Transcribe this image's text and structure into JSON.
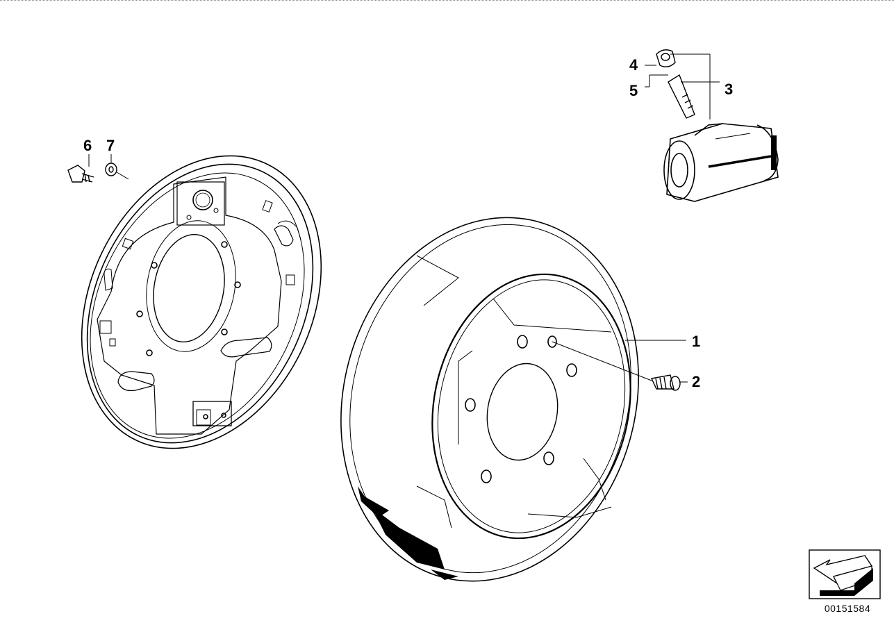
{
  "diagram": {
    "callouts": {
      "c1": "1",
      "c2": "2",
      "c3": "3",
      "c4": "4",
      "c5": "5",
      "c6": "6",
      "c7": "7"
    },
    "reference_number": "00151584",
    "icons": {
      "orientation": "arrow-direction-icon"
    }
  }
}
